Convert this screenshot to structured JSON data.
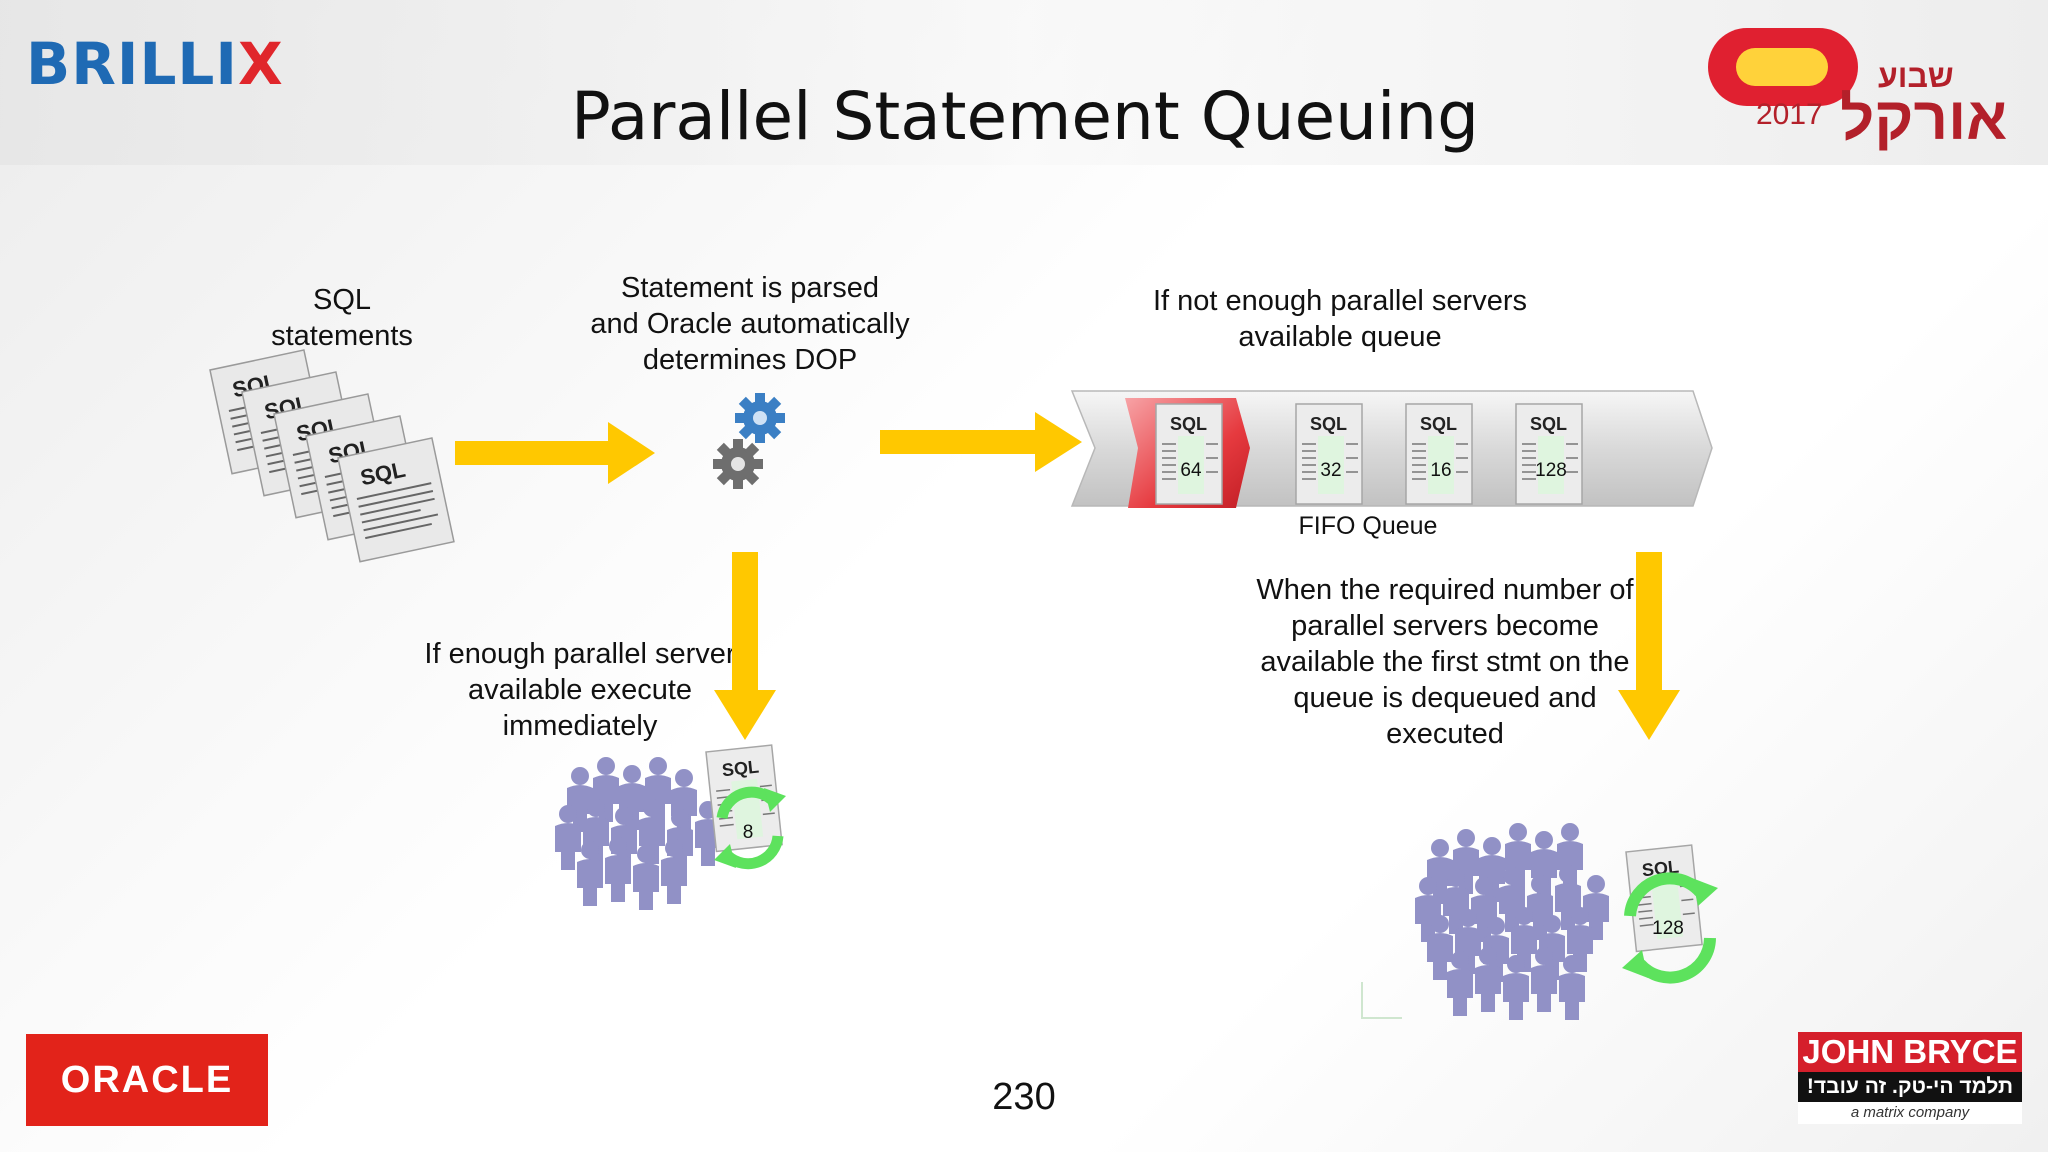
{
  "header": {
    "brand_prefix": "BRILLI",
    "brand_x": "X",
    "title": "Parallel Statement Queuing",
    "event_year": "2017",
    "event_name_top": "שבוע",
    "event_name": "אורקל"
  },
  "labels": {
    "sql_statements": "SQL\nstatements",
    "parsed": "Statement is parsed\nand Oracle automatically\ndetermines DOP",
    "not_enough": "If not enough parallel servers\navailable queue",
    "fifo_queue": "FIFO Queue",
    "enough": "If enough parallel server\navailable execute\nimmediately",
    "dequeued": "When the required number of\nparallel servers become\navailable the first stmt on the\nqueue is dequeued and\nexecuted"
  },
  "sql_doc_label": "SQL",
  "queue_items": [
    "64",
    "32",
    "16",
    "128"
  ],
  "immediate_item": "8",
  "dequeued_item": "128",
  "footer": {
    "page_number": "230",
    "oracle_logo": "ORACLE",
    "john_bryce": "JOHN BRYCE",
    "john_bryce_tagline": "תלמד הי-טק. זה עובד!",
    "matrix": "a matrix company"
  },
  "colors": {
    "arrow": "#ffc800",
    "queue_front": "#e63a3f",
    "recycle": "#5de25d",
    "people": "#8c8cc4",
    "gear_blue": "#3b7fc4",
    "gear_gray": "#6e6e6e"
  }
}
